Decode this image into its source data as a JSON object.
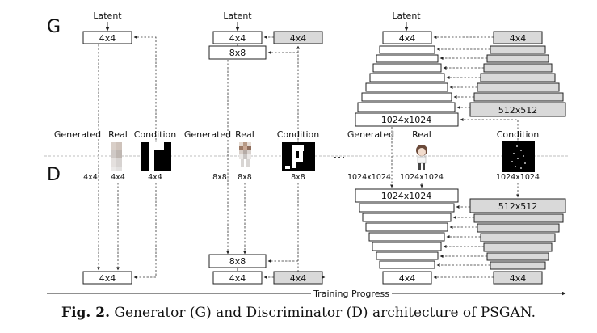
{
  "labels": {
    "g": "G",
    "d": "D",
    "latent": "Latent",
    "generated": "Generated",
    "real": "Real",
    "condition": "Condition",
    "ellipsis": "...",
    "training_progress": "Training Progress"
  },
  "stages": [
    {
      "res": "4x4"
    },
    {
      "res": "8x8",
      "prev": "4x4"
    },
    {
      "res": "1024x1024",
      "prev": "512x512",
      "base": "4x4"
    }
  ],
  "caption": {
    "prefix": "Fig. 2.",
    "text": " Generator (G) and Discriminator (D) architecture of PSGAN."
  }
}
